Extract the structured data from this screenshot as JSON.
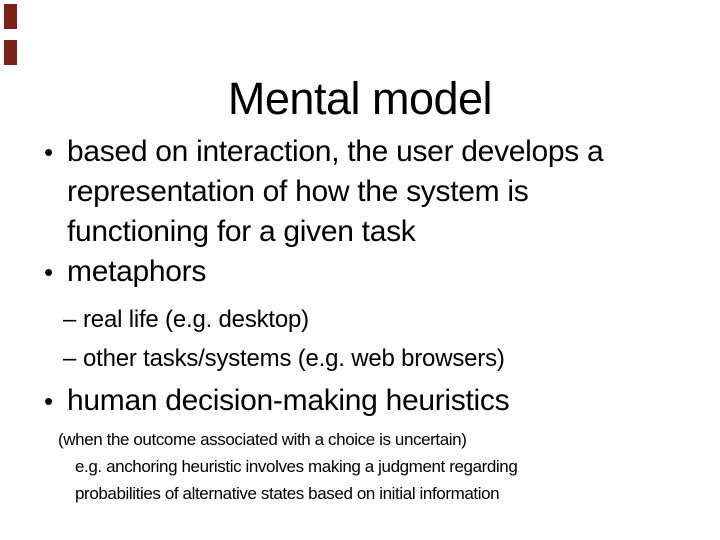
{
  "slide": {
    "title": "Mental model",
    "bullet_marker": "•",
    "dash_marker": "–",
    "bullets": {
      "b1": {
        "lines": [
          "based on interaction, the user develops a",
          "representation of how the system is",
          "functioning for a given task"
        ]
      },
      "b2": {
        "text": "metaphors"
      },
      "sub": [
        {
          "text": "real life (e.g. desktop)"
        },
        {
          "text": "other tasks/systems (e.g. web browsers)"
        }
      ],
      "b3": {
        "text": "human decision-making heuristics"
      }
    },
    "notes": {
      "line1": "(when the outcome associated with a choice is uncertain)",
      "line2": "e.g. anchoring heuristic involves making a judgment regarding",
      "line3": "probabilities of alternative states based on initial information"
    }
  },
  "decorations": {
    "corner_square_color": "#7e2015"
  }
}
